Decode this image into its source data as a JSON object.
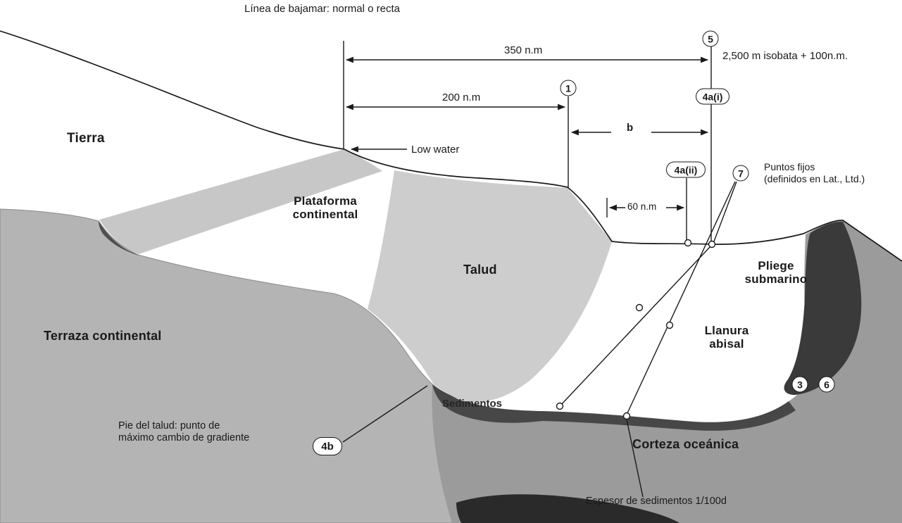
{
  "title": "Línea de bajamar: normal o recta",
  "measurements": {
    "nm350": "350 n.m",
    "nm200": "200 n.m",
    "nm60": "60 n.m",
    "b": "b",
    "isobata": "2,500 m isobata + 100n.m."
  },
  "labels": {
    "tierra": "Tierra",
    "low_water": "Low water",
    "plataforma_1": "Plataforma",
    "plataforma_2": "continental",
    "talud": "Talud",
    "terraza": "Terraza continental",
    "sedimentos": "Sedimentos",
    "llanura_1": "Llanura",
    "llanura_2": "abisal",
    "pliege_1": "Pliege",
    "pliege_2": "submarino",
    "corteza": "Corteza oceánica",
    "puntos_1": "Puntos fijos",
    "puntos_2": "(definidos en Lat., Ltd.)",
    "pie_1": "Pie del talud: punto de",
    "pie_2": "máximo cambio de gradiente",
    "espesor": "Espesor de sedimentos 1/100d"
  },
  "badges": {
    "n5": "5",
    "n1": "1",
    "n4ai": "4a(i)",
    "n4aii": "4a(ii)",
    "n7": "7",
    "n3": "3",
    "n6": "6",
    "n4b": "4b"
  },
  "colors": {
    "ink": "#1a1a1a",
    "terrace": "#b4b4b4",
    "coastband": "#c7c7c7",
    "talud": "#cdcdcd",
    "sediment": "#474747",
    "crust": "#9b9b9b",
    "pliegedark": "#3a3a3a",
    "bottomdark": "#2a2a2a",
    "coastdark": "#4f4f4f"
  }
}
